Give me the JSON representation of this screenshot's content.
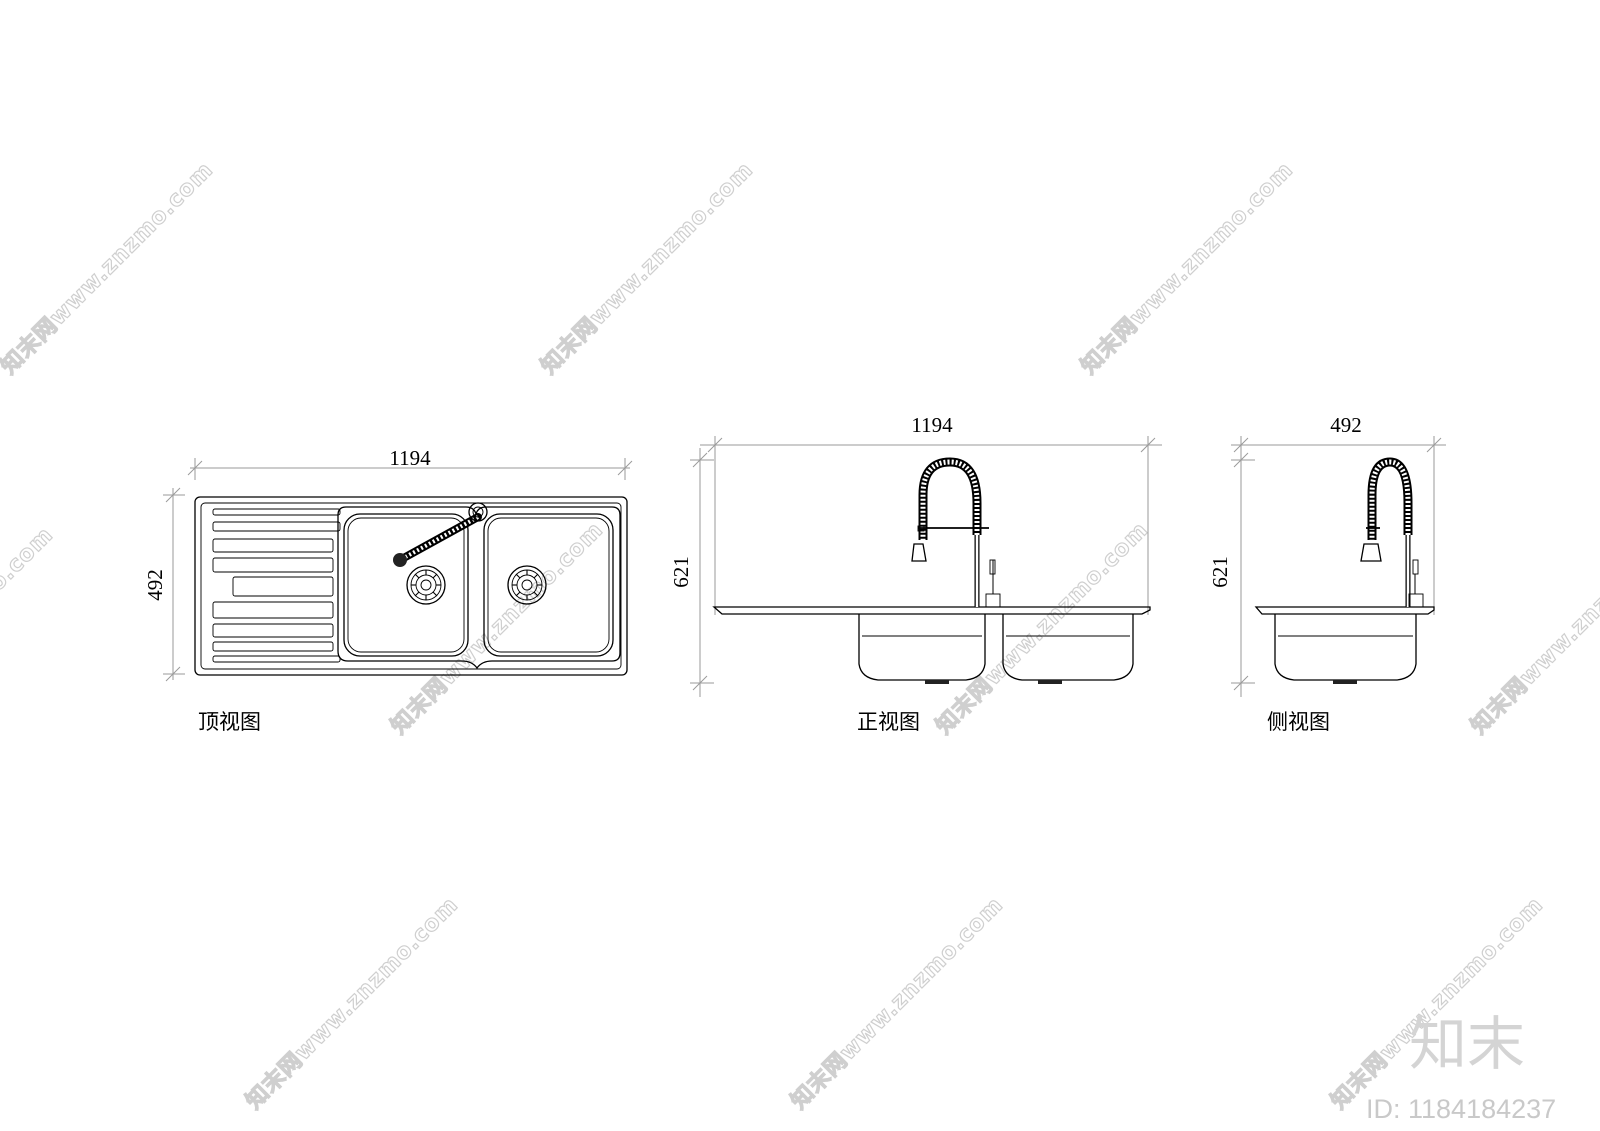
{
  "watermark": {
    "text": "知末网www.znzmo.com"
  },
  "brand": {
    "logo": "知末",
    "id_text": "ID: 1184184237"
  },
  "views": {
    "top": {
      "label": "顶视图",
      "width_dim": "1194",
      "depth_dim": "492"
    },
    "front": {
      "label": "正视图",
      "width_dim": "1194",
      "height_dim": "621"
    },
    "side": {
      "label": "侧视图",
      "width_dim": "492",
      "height_dim": "621"
    }
  }
}
